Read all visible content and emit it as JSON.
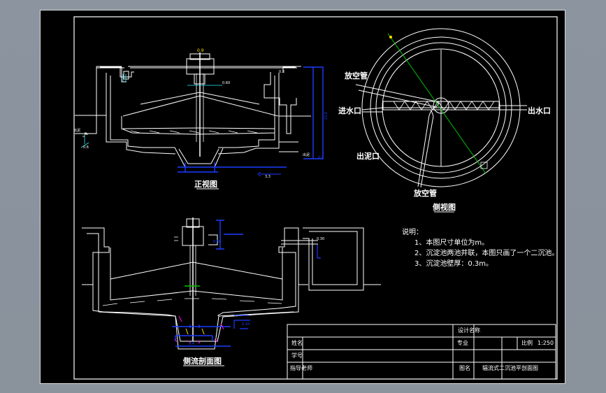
{
  "views": {
    "front_view": "正视图",
    "side_view": "侧视图",
    "section_view": "侧流剖面图"
  },
  "dimensions": {
    "top_pointer": "0.9",
    "center_tag": "0.60",
    "left_tag": "0.6",
    "right_height": "9.52",
    "right_bottom": "0.4",
    "bottom_center": "3.3",
    "section_right": "0.60",
    "section_tank": "0.30",
    "section_small": "0.10",
    "section_bottom": "3.4"
  },
  "front_labels": {
    "left_outlet": "出泥",
    "bottom_outlet": "出泥",
    "mid_right": "0.3"
  },
  "side_labels": {
    "vent_pipe_top": "放空管",
    "inlet": "进水口",
    "outlet": "出水口",
    "sludge_outlet": "出泥口",
    "vent_pipe_bottom": "放空管"
  },
  "notes": {
    "title": "说明：",
    "items": [
      "1、本图尺寸单位为m。",
      "2、沉淀池两池并联，本图只画了一个二沉池。",
      "3、沉淀池壁厚：0.3m。"
    ]
  },
  "title_block": {
    "design_label": "设计名称",
    "major_label": "专业",
    "scale_label": "比例",
    "scale_value": "1:250",
    "name_label": "姓名",
    "student_label": "学号",
    "teacher_label": "指导老师",
    "drawing_label": "图名",
    "drawing_name": "辐流式二沉池平剖面图"
  },
  "colors": {
    "background": "#8b949f",
    "sheet": "#000000",
    "line": "#ffffff",
    "blue": "#1d3cff",
    "green": "#00c400",
    "yellow": "#ffe000",
    "magenta": "#ff00ff",
    "red": "#ff3f3f",
    "cyan": "#26f0ff"
  }
}
